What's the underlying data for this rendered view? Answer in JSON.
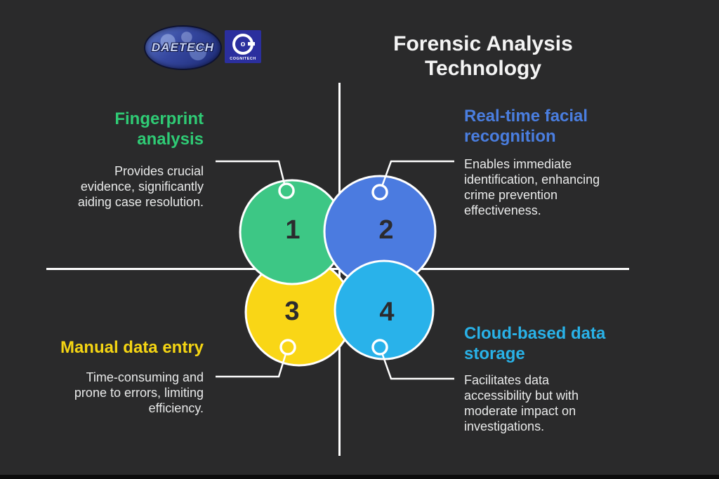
{
  "page": {
    "title": "Forensic Analysis Technology"
  },
  "logos": {
    "daetech": {
      "name": "DAETECH"
    },
    "cognitech": {
      "name": "COGNITECH",
      "inner_letter": "o"
    }
  },
  "colors": {
    "background": "#2a2a2b",
    "line": "#ffffff",
    "circle_green": "#3dc785",
    "circle_blue": "#4b7be0",
    "circle_yellow": "#f9d616",
    "circle_cyan": "#29b2ea",
    "number": "#2b2b2e"
  },
  "circles": [
    {
      "number": "1",
      "color": "#3dc785"
    },
    {
      "number": "2",
      "color": "#4b7be0"
    },
    {
      "number": "3",
      "color": "#f9d616"
    },
    {
      "number": "4",
      "color": "#29b2ea"
    }
  ],
  "sections": [
    {
      "id": "fingerprint-analysis",
      "heading": "Fingerprint\nanalysis",
      "body": "Provides crucial\nevidence, significantly\naiding case resolution.",
      "color": "#2fcb75"
    },
    {
      "id": "real-time-facial-recognition",
      "heading": "Real-time facial\nrecognition",
      "body": "Enables immediate\nidentification, enhancing\ncrime prevention\neffectiveness.",
      "color": "#4a7ee0"
    },
    {
      "id": "manual-data-entry",
      "heading": "Manual data entry",
      "body": "Time-consuming and\nprone to errors, limiting\nefficiency.",
      "color": "#f5d513"
    },
    {
      "id": "cloud-based-data-storage",
      "heading": "Cloud-based data\nstorage",
      "body": "Facilitates data\naccessibility but with\nmoderate impact on\ninvestigations.",
      "color": "#29b2e8"
    }
  ]
}
